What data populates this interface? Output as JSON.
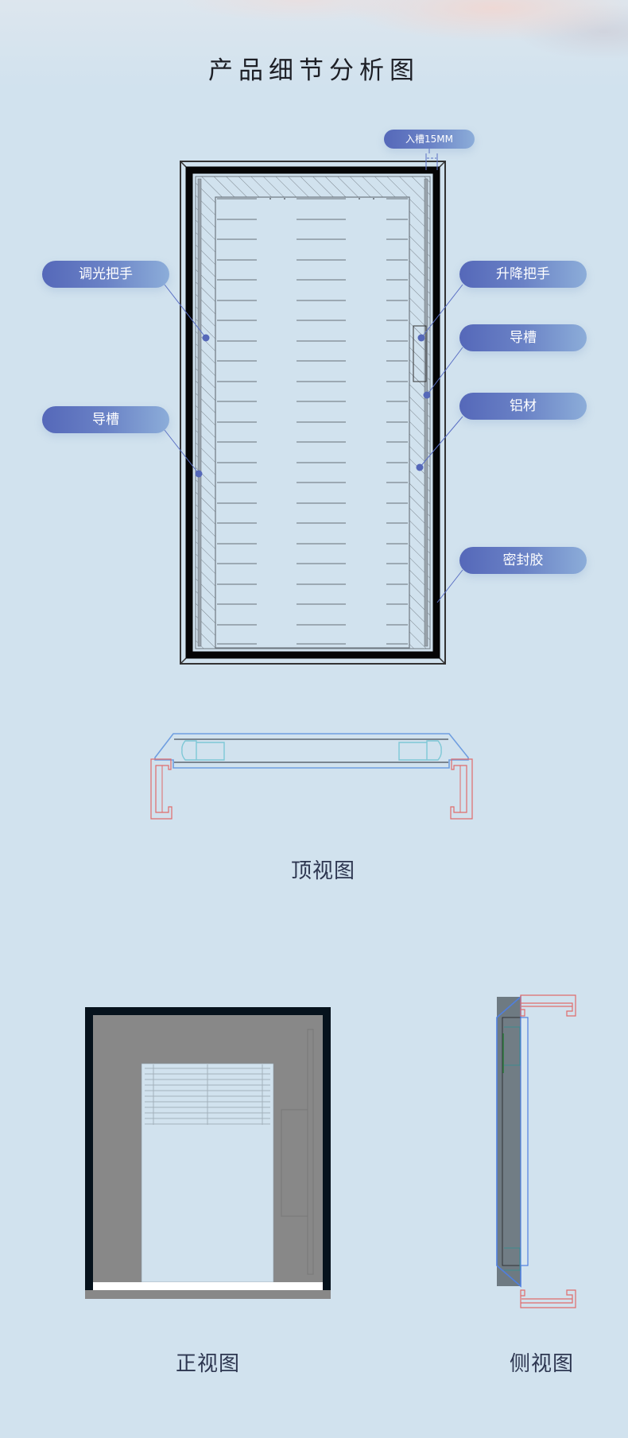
{
  "header": {
    "title": "产品细节分析图"
  },
  "main_diagram": {
    "depth_label": "入槽15MM",
    "callouts_left": [
      {
        "label": "调光把手"
      },
      {
        "label": "导槽"
      }
    ],
    "callouts_right": [
      {
        "label": "升降把手"
      },
      {
        "label": "导槽"
      },
      {
        "label": "铝材"
      },
      {
        "label": "密封胶"
      }
    ],
    "colors": {
      "callout_start": "#5568b9",
      "callout_end": "#8cadd9",
      "leader_line": "#5a6fc4",
      "frame_dark": "#0a0a0a",
      "background": "#d1e2ee"
    }
  },
  "top_view": {
    "label": "顶视图",
    "colors": {
      "frame": "#6f9ee0",
      "profile": "#7ec8d6",
      "rail": "#e06b6b",
      "glass": "#7a8590"
    }
  },
  "front_view": {
    "label": "正视图",
    "colors": {
      "frame": "#06121c",
      "panel": "#888888",
      "opening": "#d1e2ee",
      "sill": "#ffffff"
    }
  },
  "side_view": {
    "label": "侧视图",
    "colors": {
      "body": "#6e7a82",
      "edge": "#4f7fe0",
      "rail": "#e06b6b"
    }
  }
}
